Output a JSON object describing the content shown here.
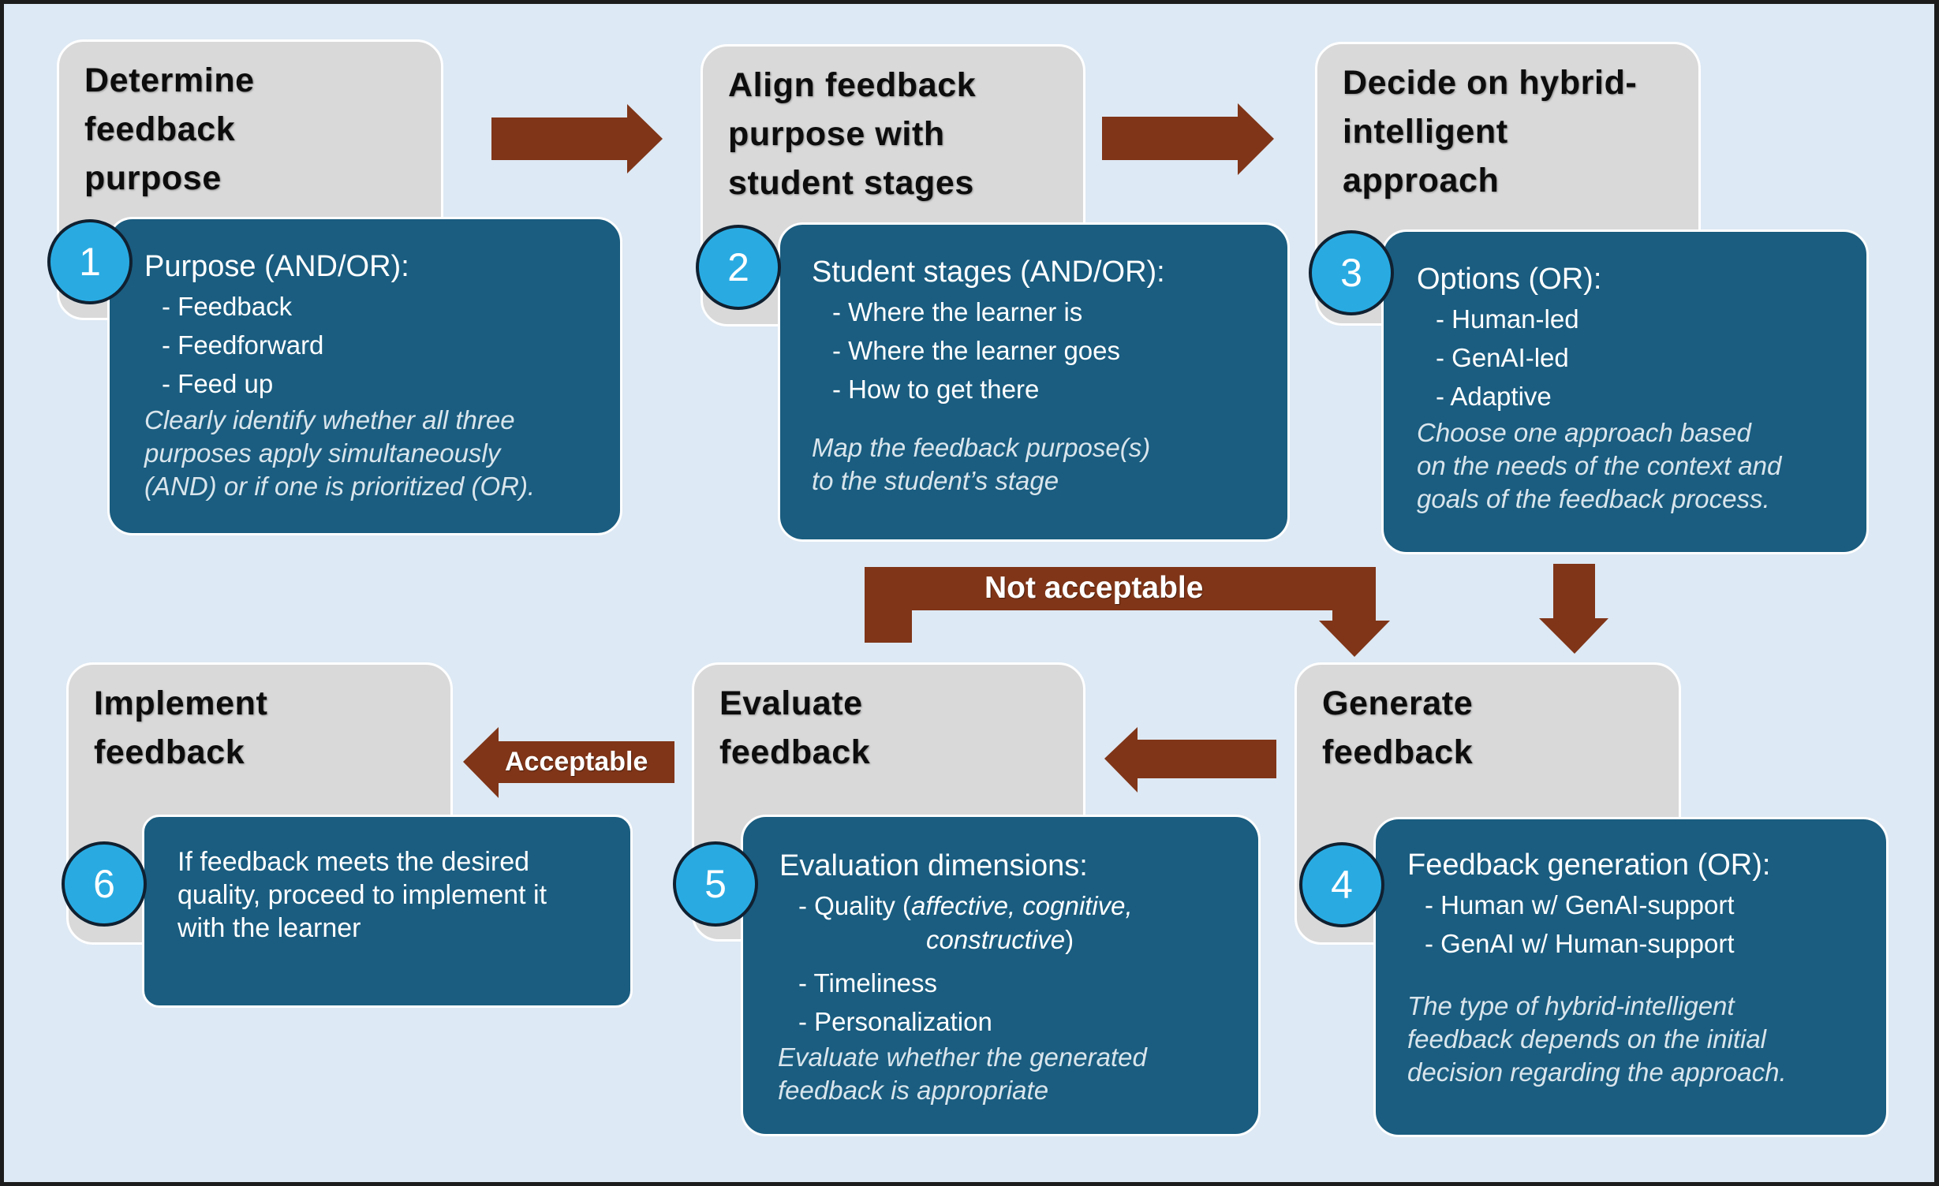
{
  "colors": {
    "background": "#dde9f4",
    "step_title_box": "#d9d9d9",
    "detail_box": "#1a5d80",
    "step_number_badge": "#29abe2",
    "arrow": "#803518"
  },
  "steps": [
    {
      "number": "1",
      "title_lines": [
        "Determine",
        "feedback",
        "purpose"
      ],
      "heading": "Purpose (AND/OR):",
      "items": [
        "- Feedback",
        "- Feedforward",
        "- Feed up"
      ],
      "note_lines": [
        "Clearly identify whether all three",
        "purposes apply simultaneously",
        "(AND) or if one is prioritized (OR)."
      ]
    },
    {
      "number": "2",
      "title_lines": [
        "Align feedback",
        "purpose with",
        "student stages"
      ],
      "heading": "Student stages (AND/OR):",
      "items": [
        "- Where the learner is",
        "- Where the learner goes",
        "- How to get there"
      ],
      "note_lines": [
        "Map the feedback purpose(s)",
        "to the student’s stage"
      ]
    },
    {
      "number": "3",
      "title_lines": [
        "Decide on hybrid-",
        "intelligent",
        "approach"
      ],
      "heading": "Options (OR):",
      "items": [
        "- Human-led",
        "- GenAI-led",
        "- Adaptive"
      ],
      "note_lines": [
        "Choose one approach based",
        "on the needs of the context and",
        "goals of the feedback process."
      ]
    },
    {
      "number": "4",
      "title_lines": [
        "Generate",
        "feedback"
      ],
      "heading": "Feedback generation (OR):",
      "items": [
        "- Human w/ GenAI-support",
        "- GenAI w/ Human-support"
      ],
      "note_lines": [
        "The type of hybrid-intelligent",
        "feedback depends on the initial",
        "decision regarding the approach."
      ]
    },
    {
      "number": "5",
      "title_lines": [
        "Evaluate",
        "feedback"
      ],
      "heading": "Evaluation dimensions:",
      "quality_prefix": "- Quality (",
      "quality_italic_1": "affective, cognitive,",
      "quality_italic_2": "constructive",
      "quality_suffix": ")",
      "items": [
        "- Timeliness",
        "- Personalization"
      ],
      "note_lines": [
        "Evaluate whether the generated",
        "feedback is appropriate"
      ]
    },
    {
      "number": "6",
      "title_lines": [
        "Implement",
        "feedback"
      ],
      "text_lines": [
        "If feedback meets the desired",
        "quality, proceed to implement it",
        "with the learner"
      ]
    }
  ],
  "arrows": {
    "not_acceptable_label": "Not acceptable",
    "acceptable_label": "Acceptable"
  }
}
